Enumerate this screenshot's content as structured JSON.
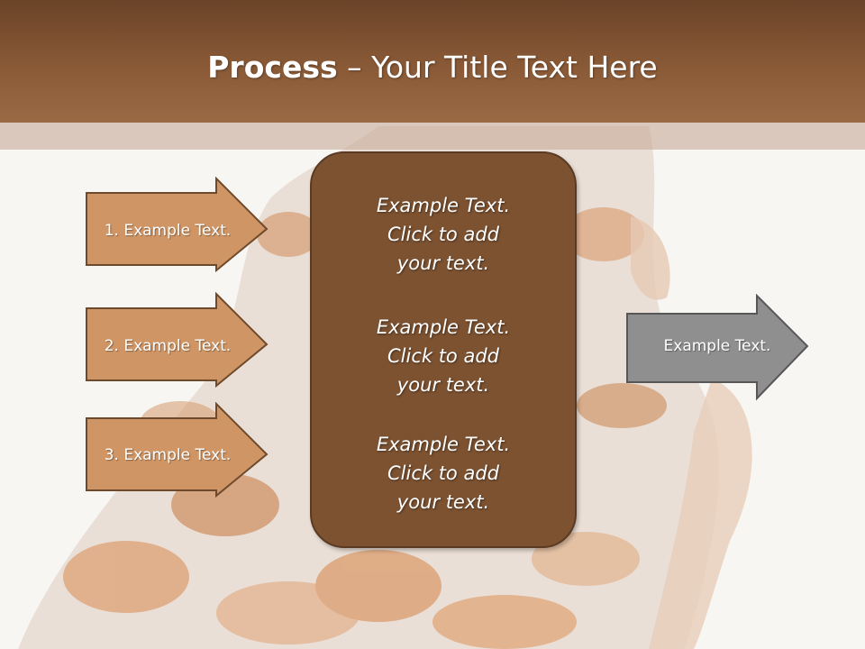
{
  "slide": {
    "title_bold": "Process",
    "title_rest": " – Your Title Text Here"
  },
  "left_arrows": [
    {
      "label": "1. Example Text."
    },
    {
      "label": "2. Example Text."
    },
    {
      "label": "3. Example Text."
    }
  ],
  "center_box": {
    "items": [
      {
        "line1": "Example Text.",
        "line2": "Click  to add",
        "line3": "your text."
      },
      {
        "line1": "Example Text.",
        "line2": "Click  to add",
        "line3": "your text."
      },
      {
        "line1": "Example Text.",
        "line2": "Click  to add",
        "line3": "your text."
      }
    ]
  },
  "right_arrow": {
    "label": "Example Text."
  },
  "colors": {
    "header_brown": "#8a5a37",
    "arrow_tan": "#cf9565",
    "center_brown": "#7c5231",
    "right_arrow_gray": "#8f8f8f"
  }
}
